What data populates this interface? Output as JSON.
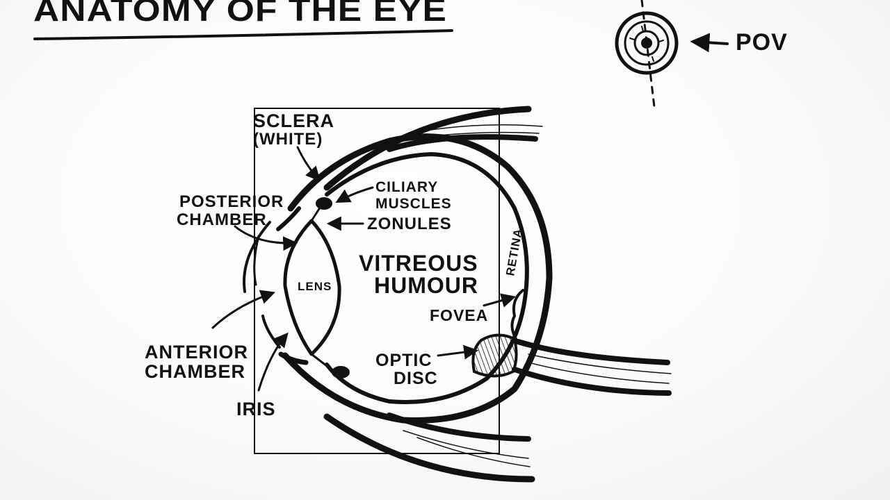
{
  "title": "ANATOMY OF THE EYE",
  "pov_label": "POV",
  "labels": {
    "sclera_1": "SCLERA",
    "sclera_2": "(WHITE)",
    "posterior_1": "POSTERIOR",
    "posterior_2": "CHAMBER",
    "ciliary_1": "CILIARY",
    "ciliary_2": "MUSCLES",
    "zonules": "ZONULES",
    "vitreous_1": "VITREOUS",
    "vitreous_2": "HUMOUR",
    "lens": "LENS",
    "retina": "RETINA",
    "fovea": "FOVEA",
    "optic_1": "OPTIC",
    "optic_2": "DISC",
    "anterior_1": "ANTERIOR",
    "anterior_2": "CHAMBER",
    "iris": "IRIS"
  }
}
